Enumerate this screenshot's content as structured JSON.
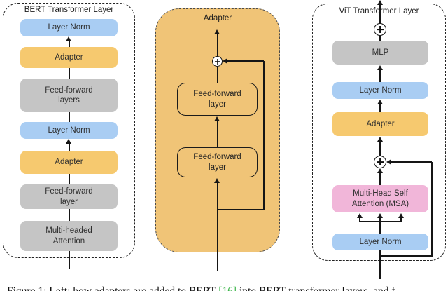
{
  "figure": {
    "panels": {
      "left": {
        "title": "BERT Transformer Layer",
        "blocks": [
          {
            "label": "Layer Norm",
            "color": "#A9CDF3"
          },
          {
            "label": "Adapter",
            "color": "#F6C96F"
          },
          {
            "label": "Feed-forward\nlayers",
            "color": "#C5C5C5"
          },
          {
            "label": "Layer Norm",
            "color": "#A9CDF3"
          },
          {
            "label": "Adapter",
            "color": "#F6C96F"
          },
          {
            "label": "Feed-forward\nlayer",
            "color": "#C5C5C5"
          },
          {
            "label": "Multi-headed\nAttention",
            "color": "#C5C5C5"
          }
        ]
      },
      "middle": {
        "title": "Adapter",
        "panel_color": "#F0C477",
        "blocks": [
          {
            "label": "Feed-forward\nlayer"
          },
          {
            "label": "Feed-forward\nlayer"
          }
        ]
      },
      "right": {
        "title": "ViT Transformer Layer",
        "blocks": [
          {
            "label": "MLP",
            "color": "#C5C5C5"
          },
          {
            "label": "Layer Norm",
            "color": "#A9CDF3"
          },
          {
            "label": "Adapter",
            "color": "#F6C96F"
          },
          {
            "label": "Multi-Head Self\nAttention (MSA)",
            "color": "#F1B6D9"
          },
          {
            "label": "Layer Norm",
            "color": "#A9CDF3"
          }
        ]
      }
    },
    "caption": {
      "before": "Figure 1: Left: how adapters are added to BERT ",
      "citation": "[16]",
      "after": " into BERT transformer layers, and f"
    },
    "colors": {
      "layer_norm_blue": "#A9CDF3",
      "adapter_yellow": "#F6C96F",
      "block_gray": "#C5C5C5",
      "msa_pink": "#F1B6D9",
      "adapter_panel_orange": "#F0C477",
      "line_black": "#151515",
      "citation_green": "#3CB54A"
    }
  }
}
